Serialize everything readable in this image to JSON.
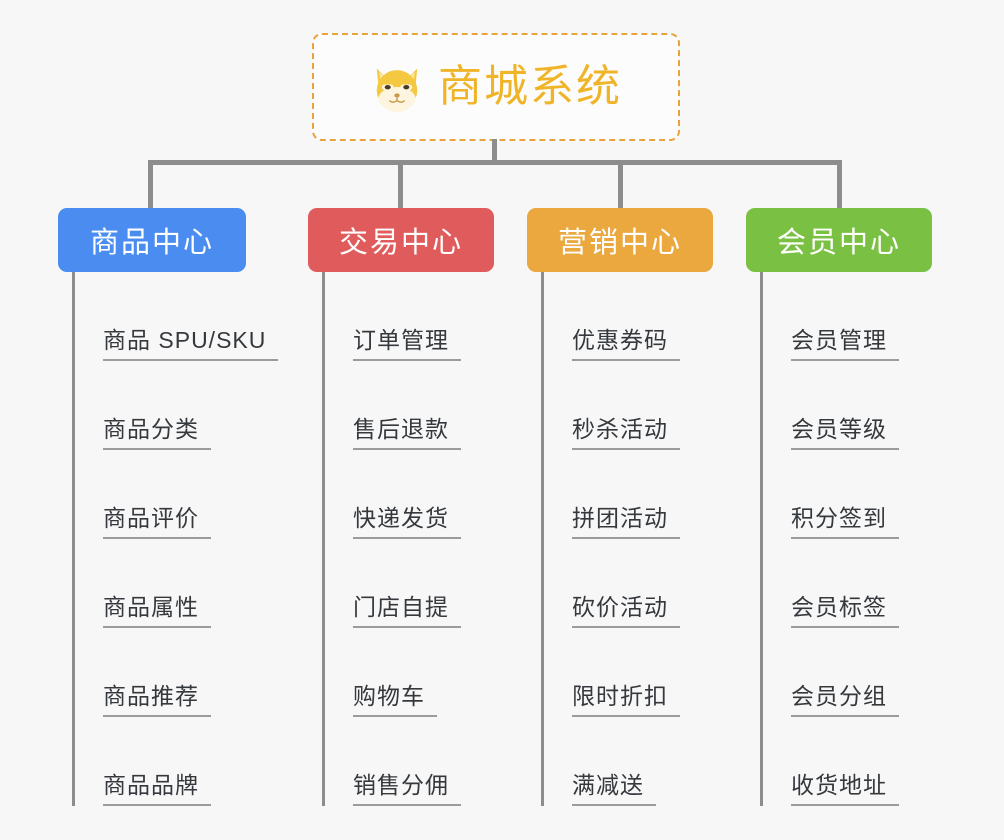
{
  "root": {
    "title": "商城系统",
    "icon": "shiba-dog-face-emoji",
    "border_color": "#e8a33d",
    "text_color": "#f0b428"
  },
  "columns": [
    {
      "title": "商品中心",
      "color": "#4a8cf0",
      "items": [
        "商品 SPU/SKU",
        "商品分类",
        "商品评价",
        "商品属性",
        "商品推荐",
        "商品品牌"
      ]
    },
    {
      "title": "交易中心",
      "color": "#e05c5c",
      "items": [
        "订单管理",
        "售后退款",
        "快递发货",
        "门店自提",
        "购物车",
        "销售分佣"
      ]
    },
    {
      "title": "营销中心",
      "color": "#eaa83e",
      "items": [
        "优惠券码",
        "秒杀活动",
        "拼团活动",
        "砍价活动",
        "限时折扣",
        "满减送"
      ]
    },
    {
      "title": "会员中心",
      "color": "#7ac143",
      "items": [
        "会员管理",
        "会员等级",
        "积分签到",
        "会员标签",
        "会员分组",
        "收货地址"
      ]
    }
  ],
  "connector_color": "#8d8d8d",
  "background_color": "#f7f7f7"
}
